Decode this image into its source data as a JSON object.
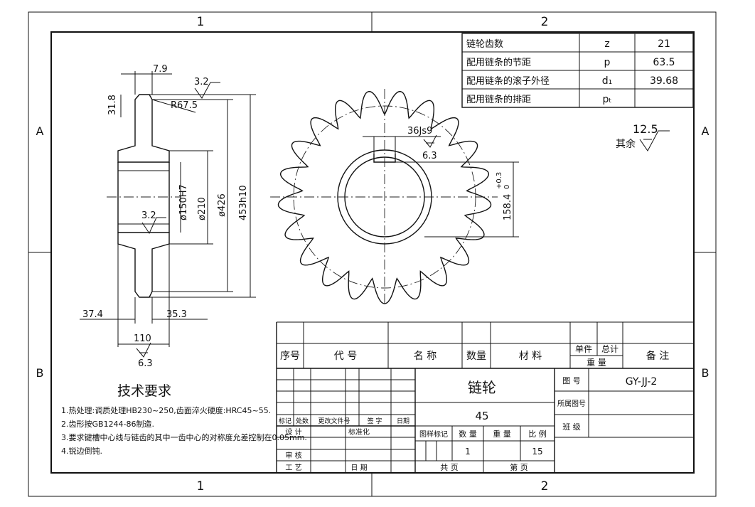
{
  "zones": {
    "top": [
      "1",
      "2"
    ],
    "bottom": [
      "1",
      "2"
    ],
    "left": [
      "A",
      "B"
    ],
    "right": [
      "A",
      "B"
    ]
  },
  "params_table": [
    {
      "label": "链轮齿数",
      "symbol": "z",
      "value": "21"
    },
    {
      "label": "配用链条的节距",
      "symbol": "p",
      "value": "63.5"
    },
    {
      "label": "配用链条的滚子外径",
      "symbol": "d₁",
      "value": "39.68"
    },
    {
      "label": "配用链条的排距",
      "symbol": "pₜ",
      "value": ""
    }
  ],
  "roughness_note": {
    "prefix": "其余",
    "value": "12.5"
  },
  "side_view": {
    "dims": {
      "top_width": "7.9",
      "chamfer": "31.8",
      "radius": "R67.5",
      "bore": "ø150H7",
      "hub": "ø210",
      "tip": "ø426",
      "outer": "453h10",
      "left": "37.4",
      "right": "35.3",
      "width": "110"
    },
    "roughness": {
      "top": "3.2",
      "bore": "3.2",
      "bottom": "6.3"
    }
  },
  "front_view": {
    "keyway": "36Js9",
    "keyway_roughness": "6.3",
    "depth": "158.4",
    "tol_upper": "+0.3",
    "tol_lower": "0"
  },
  "tech_req": {
    "title": "技术要求",
    "items": [
      "1.热处理:调质处理HB230~250,齿面淬火硬度:HRC45~55.",
      "2.齿形按GB1244-86制造.",
      "3.要求键槽中心线与链齿的其中一齿中心的对称度允差控制在0.05mm.",
      "4.锐边倒钝."
    ]
  },
  "parts_header": {
    "seq": "序号",
    "code": "代 号",
    "name": "名 称",
    "qty": "数量",
    "material": "材 料",
    "unit": "单件",
    "total": "总计",
    "weight": "重 量",
    "remark": "备 注"
  },
  "title_block": {
    "part_name": "链轮",
    "material": "45",
    "drawing_no_label": "图 号",
    "drawing_no": "GY-JJ-2",
    "belongs_label": "所属图号",
    "class_label": "班 级",
    "rev_labels": [
      "标记",
      "处数",
      "更改文件号",
      "签 字",
      "日期"
    ],
    "design": "设 计",
    "standard": "标准化",
    "review": "审 核",
    "process": "工 艺",
    "date": "日 期",
    "mark_label": "图样标记",
    "qty_label": "数 量",
    "weight_label": "重 量",
    "scale_label": "比 例",
    "qty": "1",
    "scale": "15",
    "total_pages": "共 页",
    "page": "第 页"
  }
}
